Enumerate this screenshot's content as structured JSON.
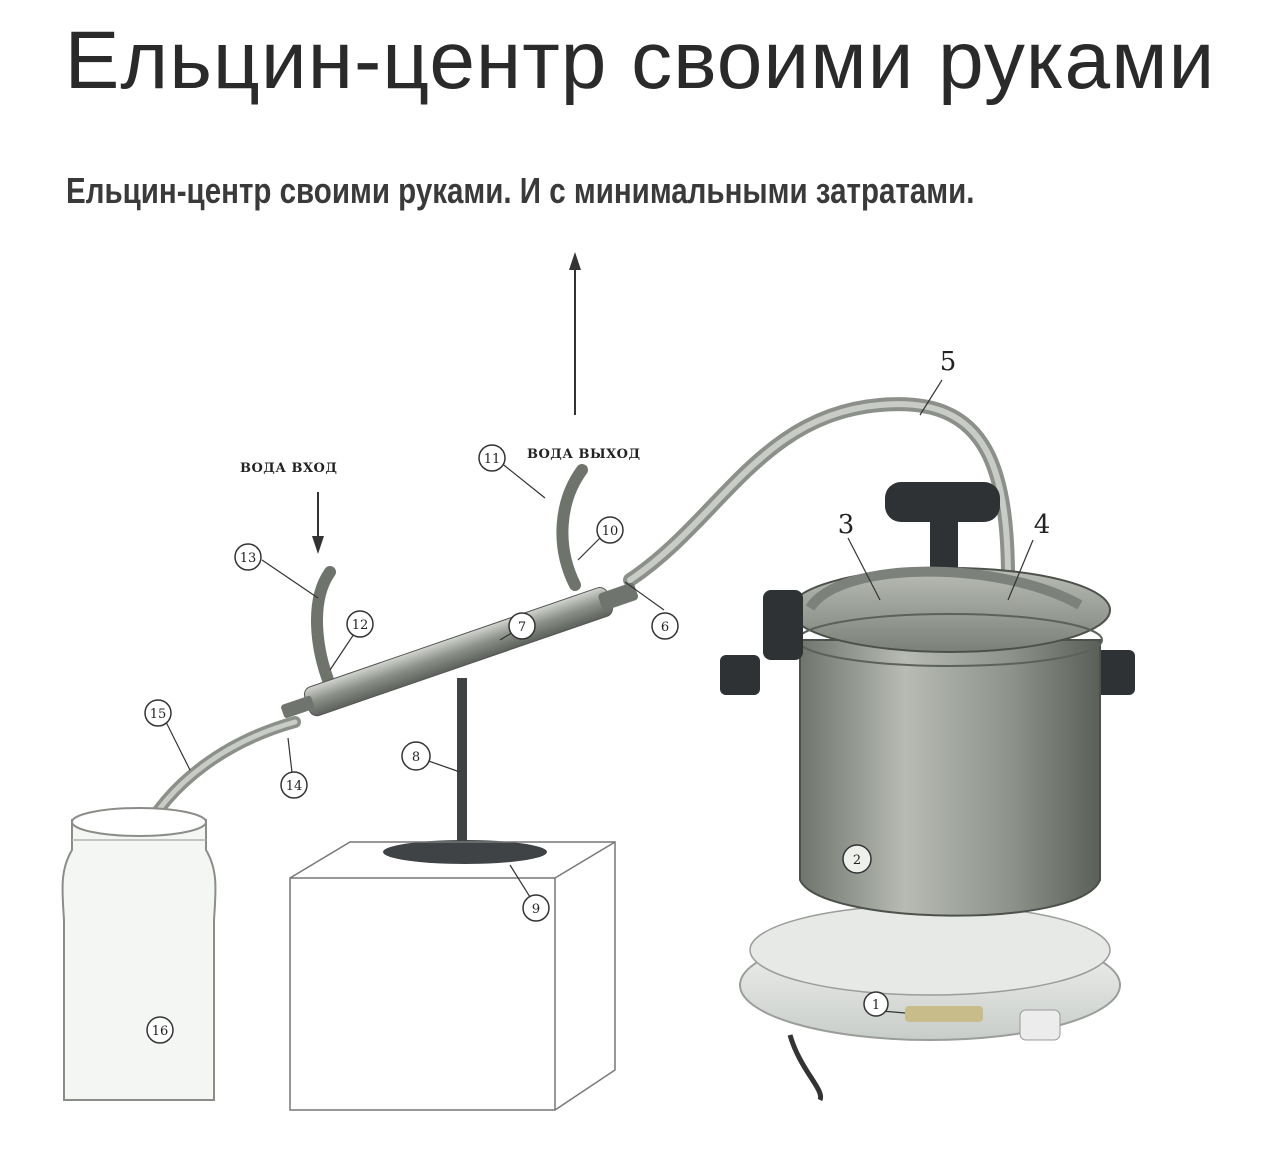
{
  "header": {
    "title": "Ельцин-центр своими руками",
    "subtitle": "Ельцин-центр своими руками. И с минимальными затратами."
  },
  "diagram": {
    "water_in_label": "ВОДА ВХОД",
    "water_out_label": "ВОДА ВЫХОД",
    "markers": [
      "1",
      "2",
      "3",
      "4",
      "5",
      "6",
      "7",
      "8",
      "9",
      "10",
      "11",
      "12",
      "13",
      "14",
      "15",
      "16"
    ]
  },
  "colors": {
    "metal": "#8f948c",
    "metal_dark": "#5f645e",
    "tube": "#a7aaa4",
    "stand_dark": "#3f4346",
    "background": "#ffffff"
  }
}
